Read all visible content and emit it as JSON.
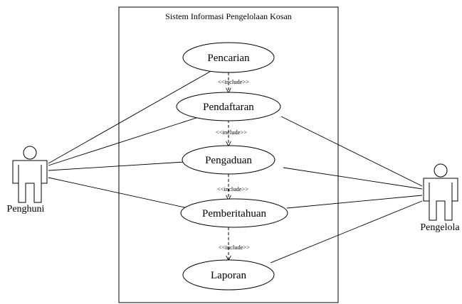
{
  "system": {
    "title": "Sistem Informasi Pengelolaan Kosan"
  },
  "actors": {
    "left": {
      "name": "Penghuni"
    },
    "right": {
      "name": "Pengelola"
    }
  },
  "use_cases": [
    {
      "id": "pencarian",
      "label": "Pencarian"
    },
    {
      "id": "pendaftaran",
      "label": "Pendaftaran"
    },
    {
      "id": "pengaduan",
      "label": "Pengaduan"
    },
    {
      "id": "pemberitahuan",
      "label": "Pemberitahuan"
    },
    {
      "id": "laporan",
      "label": "Laporan"
    }
  ],
  "include_relations": [
    {
      "from": "pencarian",
      "to": "pendaftaran",
      "label": "<<include>>"
    },
    {
      "from": "pendaftaran",
      "to": "pengaduan",
      "label": "<<include>>"
    },
    {
      "from": "pengaduan",
      "to": "pemberitahuan",
      "label": "<<include>>"
    },
    {
      "from": "pemberitahuan",
      "to": "laporan",
      "label": "<<include>>"
    }
  ],
  "associations": [
    {
      "actor": "left",
      "use_case": "pencarian"
    },
    {
      "actor": "left",
      "use_case": "pendaftaran"
    },
    {
      "actor": "left",
      "use_case": "pengaduan"
    },
    {
      "actor": "left",
      "use_case": "pemberitahuan"
    },
    {
      "actor": "right",
      "use_case": "pendaftaran"
    },
    {
      "actor": "right",
      "use_case": "pengaduan"
    },
    {
      "actor": "right",
      "use_case": "pemberitahuan"
    },
    {
      "actor": "right",
      "use_case": "laporan"
    }
  ]
}
